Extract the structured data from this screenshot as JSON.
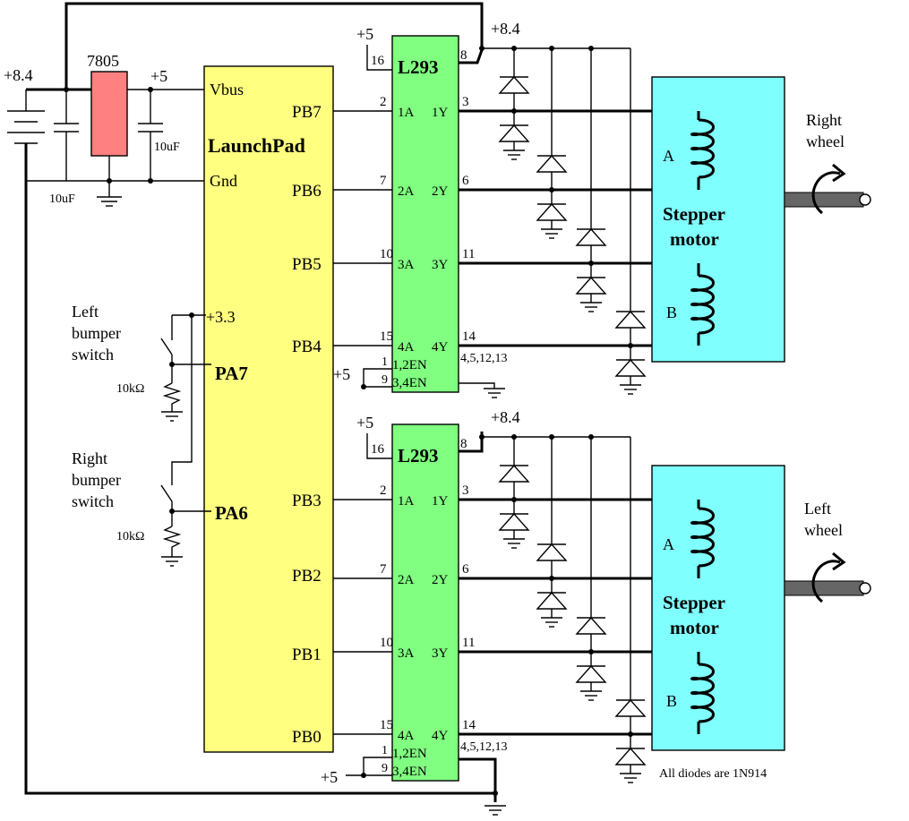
{
  "colors": {
    "launchpad_fill": "#ffff80",
    "driver_fill": "#80ff80",
    "motor_fill": "#80ffff",
    "regulator_fill": "#ff8080"
  },
  "supply": {
    "battery_label": "+8.4",
    "regulator_label": "7805",
    "reg_out_label": "+5",
    "cap_in_label": "10uF",
    "cap_out_label": "10uF"
  },
  "launchpad": {
    "title": "LaunchPad",
    "vbus": "Vbus",
    "gnd": "Gnd",
    "v33": "+3.3",
    "pa7": "PA7",
    "pa6": "PA6",
    "ports": [
      "PB7",
      "PB6",
      "PB5",
      "PB4",
      "PB3",
      "PB2",
      "PB1",
      "PB0"
    ]
  },
  "switches": {
    "left": [
      "Left",
      "bumper",
      "switch"
    ],
    "right": [
      "Right",
      "bumper",
      "switch"
    ],
    "resistor": "10kΩ"
  },
  "drivers": [
    {
      "title": "L293",
      "vcc_label": "+5",
      "vmot_label": "+8.4",
      "pin16": "16",
      "pin8": "8",
      "inputs": [
        {
          "pin": "2",
          "name": "1A"
        },
        {
          "pin": "7",
          "name": "2A"
        },
        {
          "pin": "10",
          "name": "3A"
        },
        {
          "pin": "15",
          "name": "4A"
        }
      ],
      "outputs": [
        {
          "pin": "3",
          "name": "1Y"
        },
        {
          "pin": "6",
          "name": "2Y"
        },
        {
          "pin": "11",
          "name": "3Y"
        },
        {
          "pin": "14",
          "name": "4Y"
        }
      ],
      "en_pins": [
        "1",
        "9"
      ],
      "en_names": [
        "1,2EN",
        "3,4EN"
      ],
      "gnd_pins": "4,5,12,13",
      "en_supply": "+5"
    },
    {
      "title": "L293",
      "vcc_label": "+5",
      "vmot_label": "+8.4",
      "pin16": "16",
      "pin8": "8",
      "inputs": [
        {
          "pin": "2",
          "name": "1A"
        },
        {
          "pin": "7",
          "name": "2A"
        },
        {
          "pin": "10",
          "name": "3A"
        },
        {
          "pin": "15",
          "name": "4A"
        }
      ],
      "outputs": [
        {
          "pin": "3",
          "name": "1Y"
        },
        {
          "pin": "6",
          "name": "2Y"
        },
        {
          "pin": "11",
          "name": "3Y"
        },
        {
          "pin": "14",
          "name": "4Y"
        }
      ],
      "en_pins": [
        "1",
        "9"
      ],
      "en_names": [
        "1,2EN",
        "3,4EN"
      ],
      "gnd_pins": "4,5,12,13",
      "en_supply": "+5"
    }
  ],
  "motors": [
    {
      "title": [
        "Stepper",
        "motor"
      ],
      "coil_a": "A",
      "coil_b": "B",
      "wheel": [
        "Right",
        "wheel"
      ]
    },
    {
      "title": [
        "Stepper",
        "motor"
      ],
      "coil_a": "A",
      "coil_b": "B",
      "wheel": [
        "Left",
        "wheel"
      ]
    }
  ],
  "note": "All diodes are 1N914"
}
